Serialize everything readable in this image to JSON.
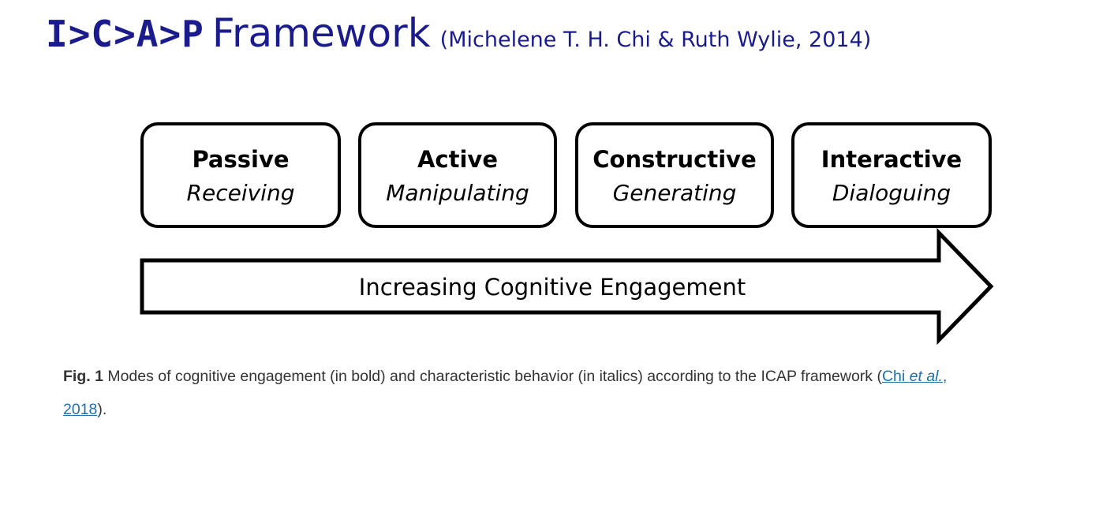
{
  "title": {
    "acronym": "I>C>A>P",
    "word": "Framework",
    "citation": "(Michelene T. H. Chi & Ruth Wylie, 2014)"
  },
  "diagram": {
    "modes": [
      {
        "mode": "Passive",
        "behavior": "Receiving"
      },
      {
        "mode": "Active",
        "behavior": "Manipulating"
      },
      {
        "mode": "Constructive",
        "behavior": "Generating"
      },
      {
        "mode": "Interactive",
        "behavior": "Dialoguing"
      }
    ],
    "arrow_label": "Increasing Cognitive Engagement"
  },
  "caption": {
    "fig_label": "Fig. 1",
    "text": " Modes of cognitive engagement (in bold) and characteristic behavior (in italics) according to the ICAP framework (",
    "ref_author": "Chi ",
    "ref_etal": "et al.",
    "ref_comma": ",",
    "ref_year": "2018",
    "closing": ")."
  }
}
